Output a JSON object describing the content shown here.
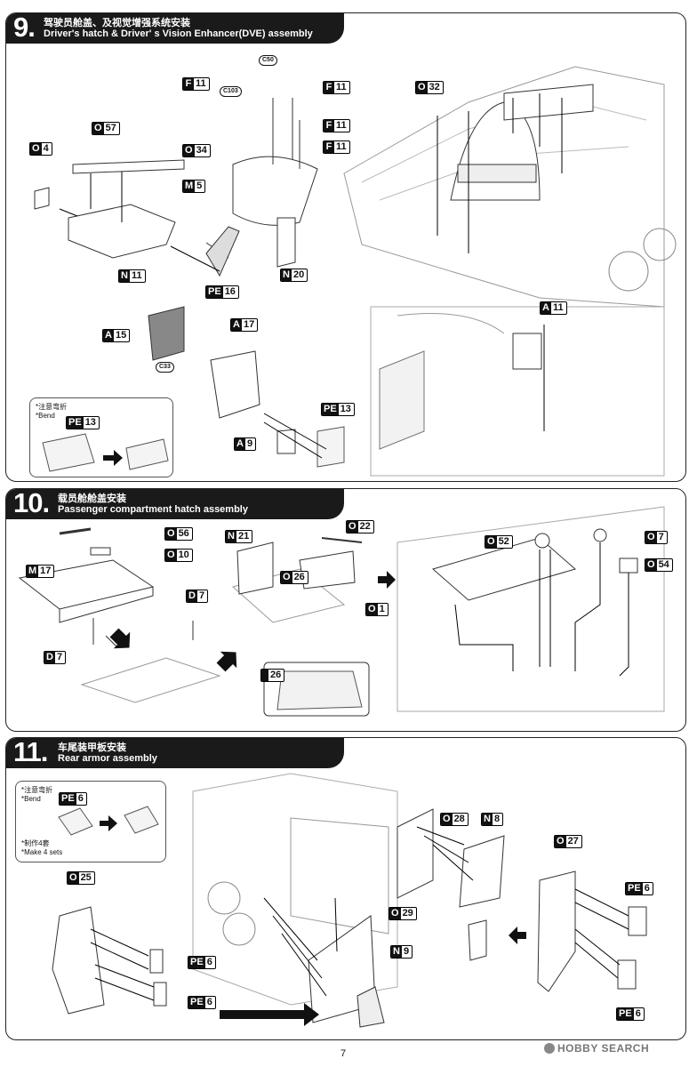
{
  "steps": [
    {
      "number": "9.",
      "title_cn": "驾驶员舱盖、及视觉增强系统安装",
      "title_en": "Driver's hatch & Driver' s Vision Enhancer(DVE) assembly",
      "parts": [
        {
          "letter": "F",
          "num": "11"
        },
        {
          "letter": "F",
          "num": "11"
        },
        {
          "letter": "F",
          "num": "11"
        },
        {
          "letter": "F",
          "num": "11"
        },
        {
          "letter": "O",
          "num": "57"
        },
        {
          "letter": "O",
          "num": "4"
        },
        {
          "letter": "O",
          "num": "34"
        },
        {
          "letter": "M",
          "num": "5"
        },
        {
          "letter": "N",
          "num": "11"
        },
        {
          "letter": "N",
          "num": "20"
        },
        {
          "letter": "PE",
          "num": "16"
        },
        {
          "letter": "O",
          "num": "32"
        },
        {
          "letter": "A",
          "num": "15"
        },
        {
          "letter": "A",
          "num": "17"
        },
        {
          "letter": "A",
          "num": "9"
        },
        {
          "letter": "PE",
          "num": "13"
        },
        {
          "letter": "A",
          "num": "11"
        }
      ],
      "clear_parts": [
        "C50",
        "C103",
        "C33"
      ],
      "note": {
        "cn": "*注意弯折",
        "en": "*Bend",
        "part": {
          "letter": "PE",
          "num": "13"
        }
      }
    },
    {
      "number": "10.",
      "title_cn": "载员舱舱盖安装",
      "title_en": "Passenger compartment hatch assembly",
      "parts": [
        {
          "letter": "O",
          "num": "56"
        },
        {
          "letter": "O",
          "num": "10"
        },
        {
          "letter": "M",
          "num": "17"
        },
        {
          "letter": "D",
          "num": "7"
        },
        {
          "letter": "D",
          "num": "7"
        },
        {
          "letter": "N",
          "num": "21"
        },
        {
          "letter": "O",
          "num": "22"
        },
        {
          "letter": "O",
          "num": "26"
        },
        {
          "letter": "O",
          "num": "52"
        },
        {
          "letter": "O",
          "num": "7"
        },
        {
          "letter": "O",
          "num": "54"
        },
        {
          "letter": "O",
          "num": "1"
        }
      ],
      "inset_label": "26"
    },
    {
      "number": "11.",
      "title_cn": "车尾装甲板安装",
      "title_en": "Rear armor assembly",
      "parts": [
        {
          "letter": "O",
          "num": "28"
        },
        {
          "letter": "N",
          "num": "8"
        },
        {
          "letter": "O",
          "num": "27"
        },
        {
          "letter": "PE",
          "num": "6"
        },
        {
          "letter": "O",
          "num": "25"
        },
        {
          "letter": "O",
          "num": "29"
        },
        {
          "letter": "N",
          "num": "9"
        },
        {
          "letter": "PE",
          "num": "6"
        },
        {
          "letter": "PE",
          "num": "6"
        },
        {
          "letter": "PE",
          "num": "6"
        }
      ],
      "note": {
        "cn": "*注意弯折",
        "en": "*Bend",
        "part": {
          "letter": "PE",
          "num": "6"
        },
        "extra_cn": "*制作4套",
        "extra_en": "*Make 4 sets"
      }
    }
  ],
  "footer": {
    "page": "7",
    "watermark": "HOBBY SEARCH",
    "watermark_icon": "hobby-search-logo-icon"
  },
  "colors": {
    "header_bg": "#1a1a1a",
    "line": "#222222",
    "drawing": "#555555"
  }
}
